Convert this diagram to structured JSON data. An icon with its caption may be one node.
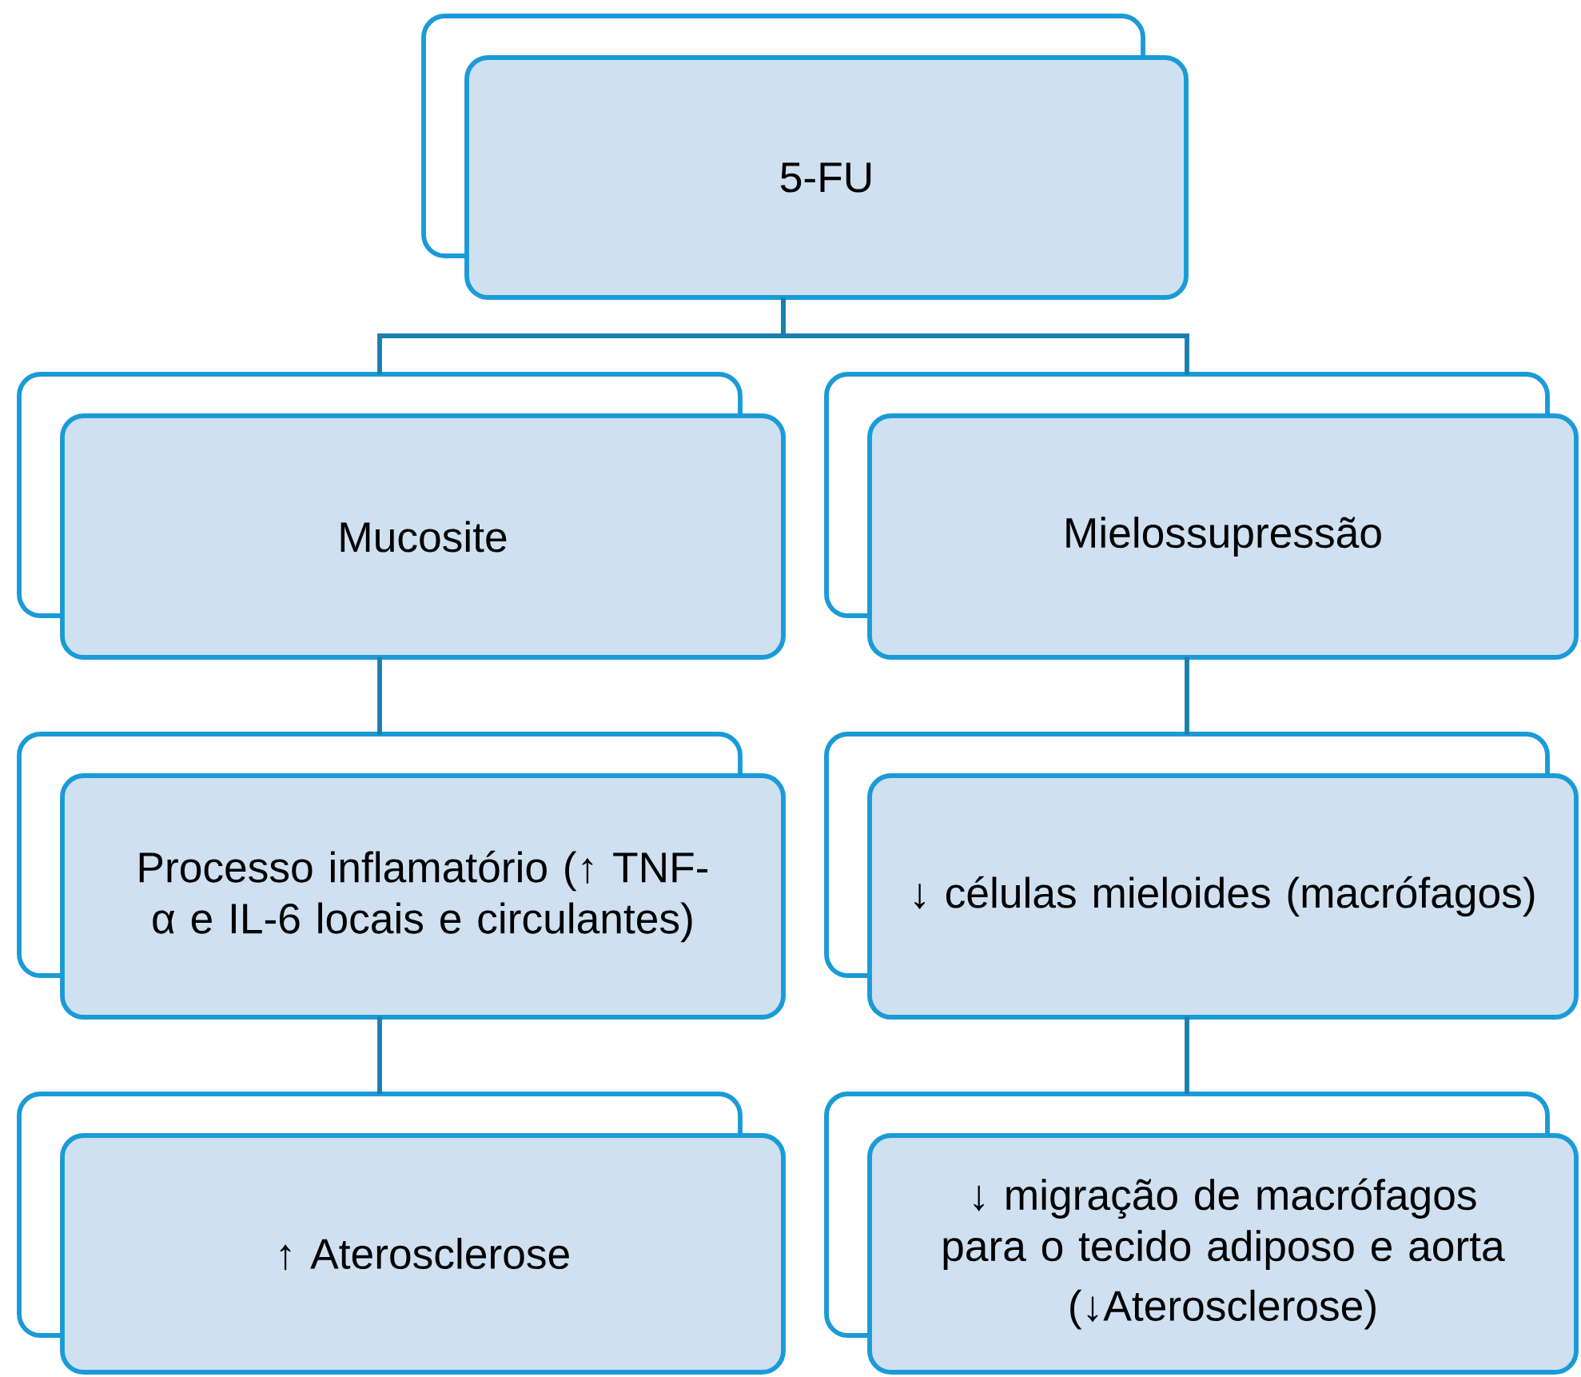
{
  "diagram": {
    "nodes": [
      {
        "text": [
          "5-FU"
        ]
      },
      {
        "text": [
          "Mucosite"
        ]
      },
      {
        "text": [
          "Mielossupressão"
        ]
      },
      {
        "text": [
          "Processo inflamatório (↑ TNF-α e IL-6 locais e circulantes)"
        ]
      },
      {
        "text": [
          "↓ células mieloides (macrófagos)"
        ]
      },
      {
        "text": [
          "↑ Aterosclerose"
        ]
      },
      {
        "text": [
          "↓ migração de macrófagos para o tecido adiposo e aorta",
          "(↓Aterosclerose)"
        ]
      }
    ],
    "edges": [
      {
        "from": 0,
        "to": 1,
        "arrow": "none"
      },
      {
        "from": 0,
        "to": 2,
        "arrow": "none"
      },
      {
        "from": 1,
        "to": 3,
        "arrow": "none"
      },
      {
        "from": 2,
        "to": 4,
        "arrow": "none"
      },
      {
        "from": 3,
        "to": 5,
        "arrow": "none"
      },
      {
        "from": 4,
        "to": 6,
        "arrow": "none"
      }
    ]
  }
}
